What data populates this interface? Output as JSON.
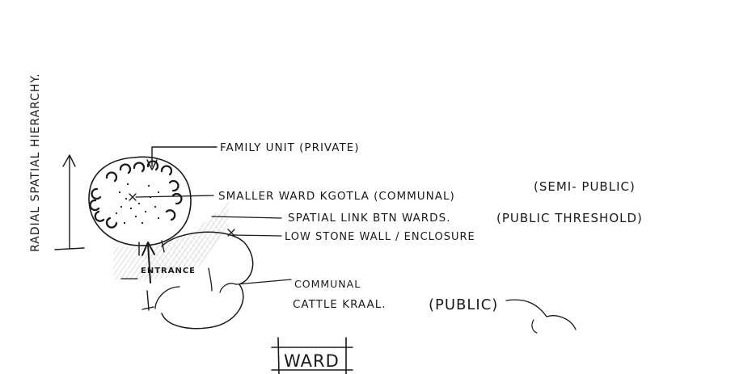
{
  "diagram": {
    "vertical_axis_label": "RADIAL SPATIAL HIERARCHY.",
    "callouts": {
      "family_unit": "FAMILY UNIT (PRIVATE)",
      "kgotla": "SMALLER WARD KGOTLA (COMMUNAL)",
      "kgotla_qualifier": "(SEMI- PUBLIC)",
      "spatial_link": "SPATIAL LINK BTN WARDS.",
      "spatial_link_qualifier": "(PUBLIC THRESHOLD)",
      "stone_wall": "LOW STONE WALL / ENCLOSURE",
      "cattle_line1": "COMMUNAL",
      "cattle_line2": "CATTLE KRAAL.",
      "cattle_qualifier": "(PUBLIC)",
      "entrance": "ENTRANCE"
    },
    "title": "WARD"
  }
}
